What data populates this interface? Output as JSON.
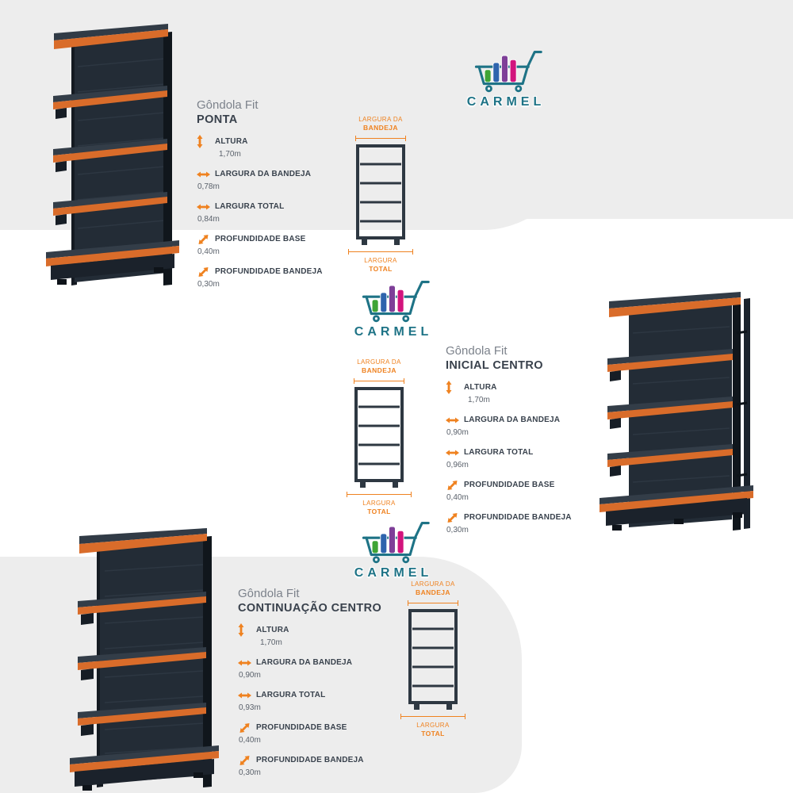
{
  "brand": {
    "name": "CARMEL",
    "color": "#1e7386"
  },
  "colors": {
    "accent_orange": "#ef8220",
    "shelf_orange": "#d96c2a",
    "panel_gray": "#ededed",
    "dark_navy": "#232c36",
    "title_dark": "#39424d",
    "title_light": "#7c828b"
  },
  "icons": {
    "altura": "vertical-arrow-icon",
    "largura": "horizontal-arrow-icon",
    "profundidade": "diagonal-arrow-icon",
    "logo": "shopping-cart-icon"
  },
  "sections": [
    {
      "id": "ponta",
      "title_line1": "Gôndola Fit",
      "title_line2": "PONTA",
      "specs": [
        {
          "icon": "vertical-arrow-icon",
          "label": "ALTURA",
          "value": "1,70m"
        },
        {
          "icon": "horizontal-arrow-icon",
          "label": "LARGURA DA BANDEJA",
          "value": "0,78m"
        },
        {
          "icon": "horizontal-arrow-icon",
          "label": "LARGURA TOTAL",
          "value": "0,84m"
        },
        {
          "icon": "diagonal-arrow-icon",
          "label": "PROFUNDIDADE BASE",
          "value": "0,40m"
        },
        {
          "icon": "diagonal-arrow-icon",
          "label": "PROFUNDIDADE BANDEJA",
          "value": "0,30m"
        }
      ],
      "diagram": {
        "top_label_line1": "LARGURA DA",
        "top_label_line2": "BANDEJA",
        "bottom_label_line1": "LARGURA",
        "bottom_label_line2": "TOTAL"
      }
    },
    {
      "id": "inicial-centro",
      "title_line1": "Gôndola Fit",
      "title_line2": "INICIAL CENTRO",
      "specs": [
        {
          "icon": "vertical-arrow-icon",
          "label": "ALTURA",
          "value": "1,70m"
        },
        {
          "icon": "horizontal-arrow-icon",
          "label": "LARGURA DA BANDEJA",
          "value": "0,90m"
        },
        {
          "icon": "horizontal-arrow-icon",
          "label": "LARGURA TOTAL",
          "value": "0,96m"
        },
        {
          "icon": "diagonal-arrow-icon",
          "label": "PROFUNDIDADE BASE",
          "value": "0,40m"
        },
        {
          "icon": "diagonal-arrow-icon",
          "label": "PROFUNDIDADE BANDEJA",
          "value": "0,30m"
        }
      ],
      "diagram": {
        "top_label_line1": "LARGURA DA",
        "top_label_line2": "BANDEJA",
        "bottom_label_line1": "LARGURA",
        "bottom_label_line2": "TOTAL"
      }
    },
    {
      "id": "continuacao-centro",
      "title_line1": "Gôndola Fit",
      "title_line2": "CONTINUAÇÃO CENTRO",
      "specs": [
        {
          "icon": "vertical-arrow-icon",
          "label": "ALTURA",
          "value": "1,70m"
        },
        {
          "icon": "horizontal-arrow-icon",
          "label": "LARGURA DA BANDEJA",
          "value": "0,90m"
        },
        {
          "icon": "horizontal-arrow-icon",
          "label": "LARGURA TOTAL",
          "value": "0,93m"
        },
        {
          "icon": "diagonal-arrow-icon",
          "label": "PROFUNDIDADE BASE",
          "value": "0,40m"
        },
        {
          "icon": "diagonal-arrow-icon",
          "label": "PROFUNDIDADE BANDEJA",
          "value": "0,30m"
        }
      ],
      "diagram": {
        "top_label_line1": "LARGURA DA",
        "top_label_line2": "BANDEJA",
        "bottom_label_line1": "LARGURA",
        "bottom_label_line2": "TOTAL"
      }
    }
  ]
}
